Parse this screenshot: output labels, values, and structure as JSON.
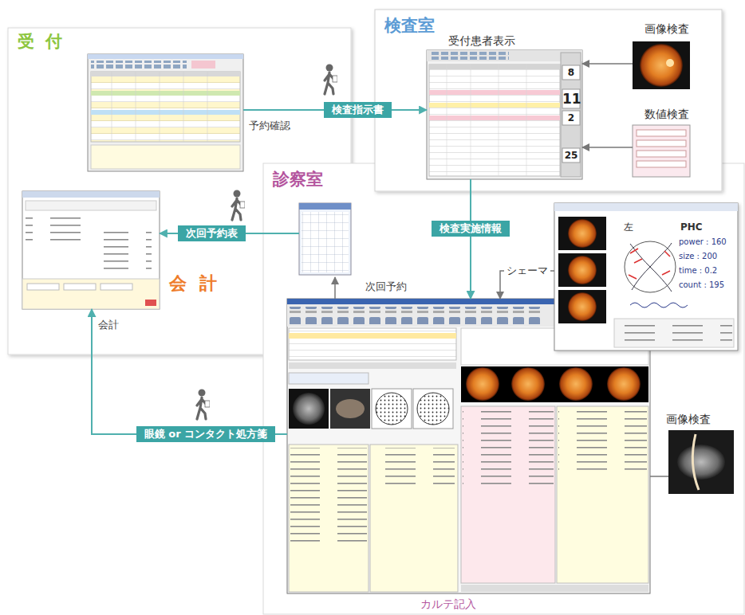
{
  "diagram": {
    "nodes": [
      {
        "text": [
          "受付"
        ]
      },
      {
        "text": [
          "会計"
        ],
        "in": 0
      },
      {
        "text": [
          "検査室"
        ]
      },
      {
        "text": [
          "受付患者表示",
          "8",
          "11",
          "2",
          "25"
        ],
        "in": 2
      },
      {
        "text": [
          "画像検査"
        ],
        "in": 2
      },
      {
        "text": [
          "数値検査"
        ],
        "in": 2
      },
      {
        "text": [
          "診察室"
        ]
      },
      {
        "text": [
          "カルテ記入"
        ],
        "in": 6
      },
      {
        "text": [
          "左",
          "PHC",
          "power : 160",
          "size : 200",
          "time : 0.2",
          "count : 195"
        ],
        "in": 6
      },
      {
        "text": [
          "画像検査"
        ],
        "in": 6
      }
    ],
    "edges": [
      {
        "from": 0,
        "to": 3,
        "label": "検査指示書",
        "arrow": "to"
      },
      {
        "from": 4,
        "to": 3,
        "arrow": "to"
      },
      {
        "from": 5,
        "to": 3,
        "arrow": "to"
      },
      {
        "from": 3,
        "to": 7,
        "label": "検査実施情報",
        "arrow": "to"
      },
      {
        "from": 8,
        "to": 7,
        "label": "シェーマ",
        "arrow": "to"
      },
      {
        "from": 9,
        "to": 7,
        "arrow": "none"
      },
      {
        "from": 6,
        "to": 1,
        "label": "次回予約表",
        "arrow": "to"
      },
      {
        "from": 7,
        "to": 1,
        "label": "眼鏡 or コンタクト処方箋",
        "arrow": "to"
      }
    ],
    "labels": [
      "予約確認",
      "次回予約",
      "会計"
    ]
  }
}
